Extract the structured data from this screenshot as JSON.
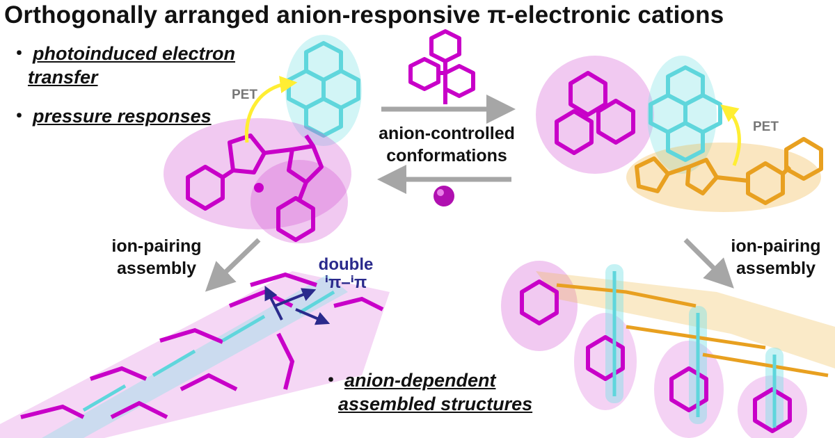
{
  "title": "Orthogonally arranged anion-responsive π-electronic cations",
  "bullets": {
    "pet_line1": "photoinduced electron",
    "pet_line2": "transfer",
    "pressure": "pressure responses",
    "anion_dep_line1": "anion-dependent",
    "anion_dep_line2": "assembled structures",
    "dot": "・"
  },
  "labels": {
    "pet_left": "PET",
    "pet_right": "PET",
    "center_line1": "anion-controlled",
    "center_line2": "conformations",
    "ion_left_line1": "ion-pairing",
    "ion_left_line2": "assembly",
    "ion_right_line1": "ion-pairing",
    "ion_right_line2": "assembly",
    "double": "double",
    "pipi": "ⁱπ–ⁱπ"
  },
  "colors": {
    "magenta": "#c800c8",
    "cyan": "#7fe3e6",
    "orange": "#e8a020",
    "arrow_gray": "#a6a6a6",
    "pet_arrow": "#ffee33",
    "navy": "#2a2a8c"
  }
}
